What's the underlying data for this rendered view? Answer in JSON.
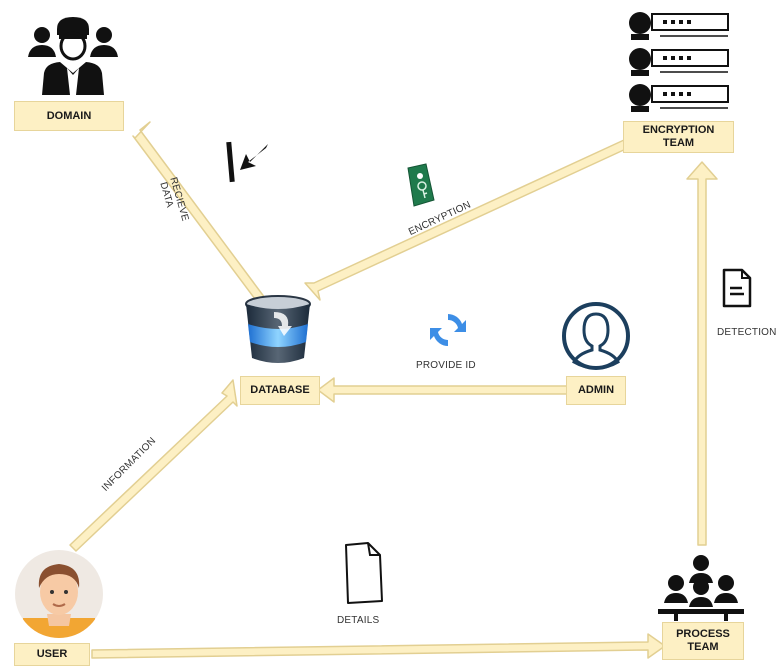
{
  "nodes": {
    "domain": "DOMAIN",
    "encryption_team_line1": "ENCRYPTION",
    "encryption_team_line2": "TEAM",
    "database": "DATABASE",
    "admin": "ADMIN",
    "user": "USER",
    "process_team_line1": "PROCESS",
    "process_team_line2": "TEAM"
  },
  "edges": {
    "receive_line1": "RECIEVE",
    "receive_line2": "DATA",
    "encryption": "ENCRYPTION",
    "provide_id": "PROVIDE ID",
    "information": "INFORMATION",
    "details": "DETAILS",
    "detection": "DETECTION"
  },
  "colors": {
    "arrow_fill": "#fdf0c4",
    "arrow_stroke": "#e2cf92",
    "box_fill": "#fdf0c4",
    "key_tag": "#1f7a4c",
    "refresh": "#3d8ee6",
    "admin_ring": "#1c3f5e"
  },
  "icons": [
    "people-group-icon",
    "server-list-icon",
    "database-icon",
    "download-arrow-icon",
    "key-tag-icon",
    "refresh-icon",
    "admin-avatar-icon",
    "document-icon",
    "file-icon",
    "user-avatar-icon",
    "team-icon"
  ]
}
